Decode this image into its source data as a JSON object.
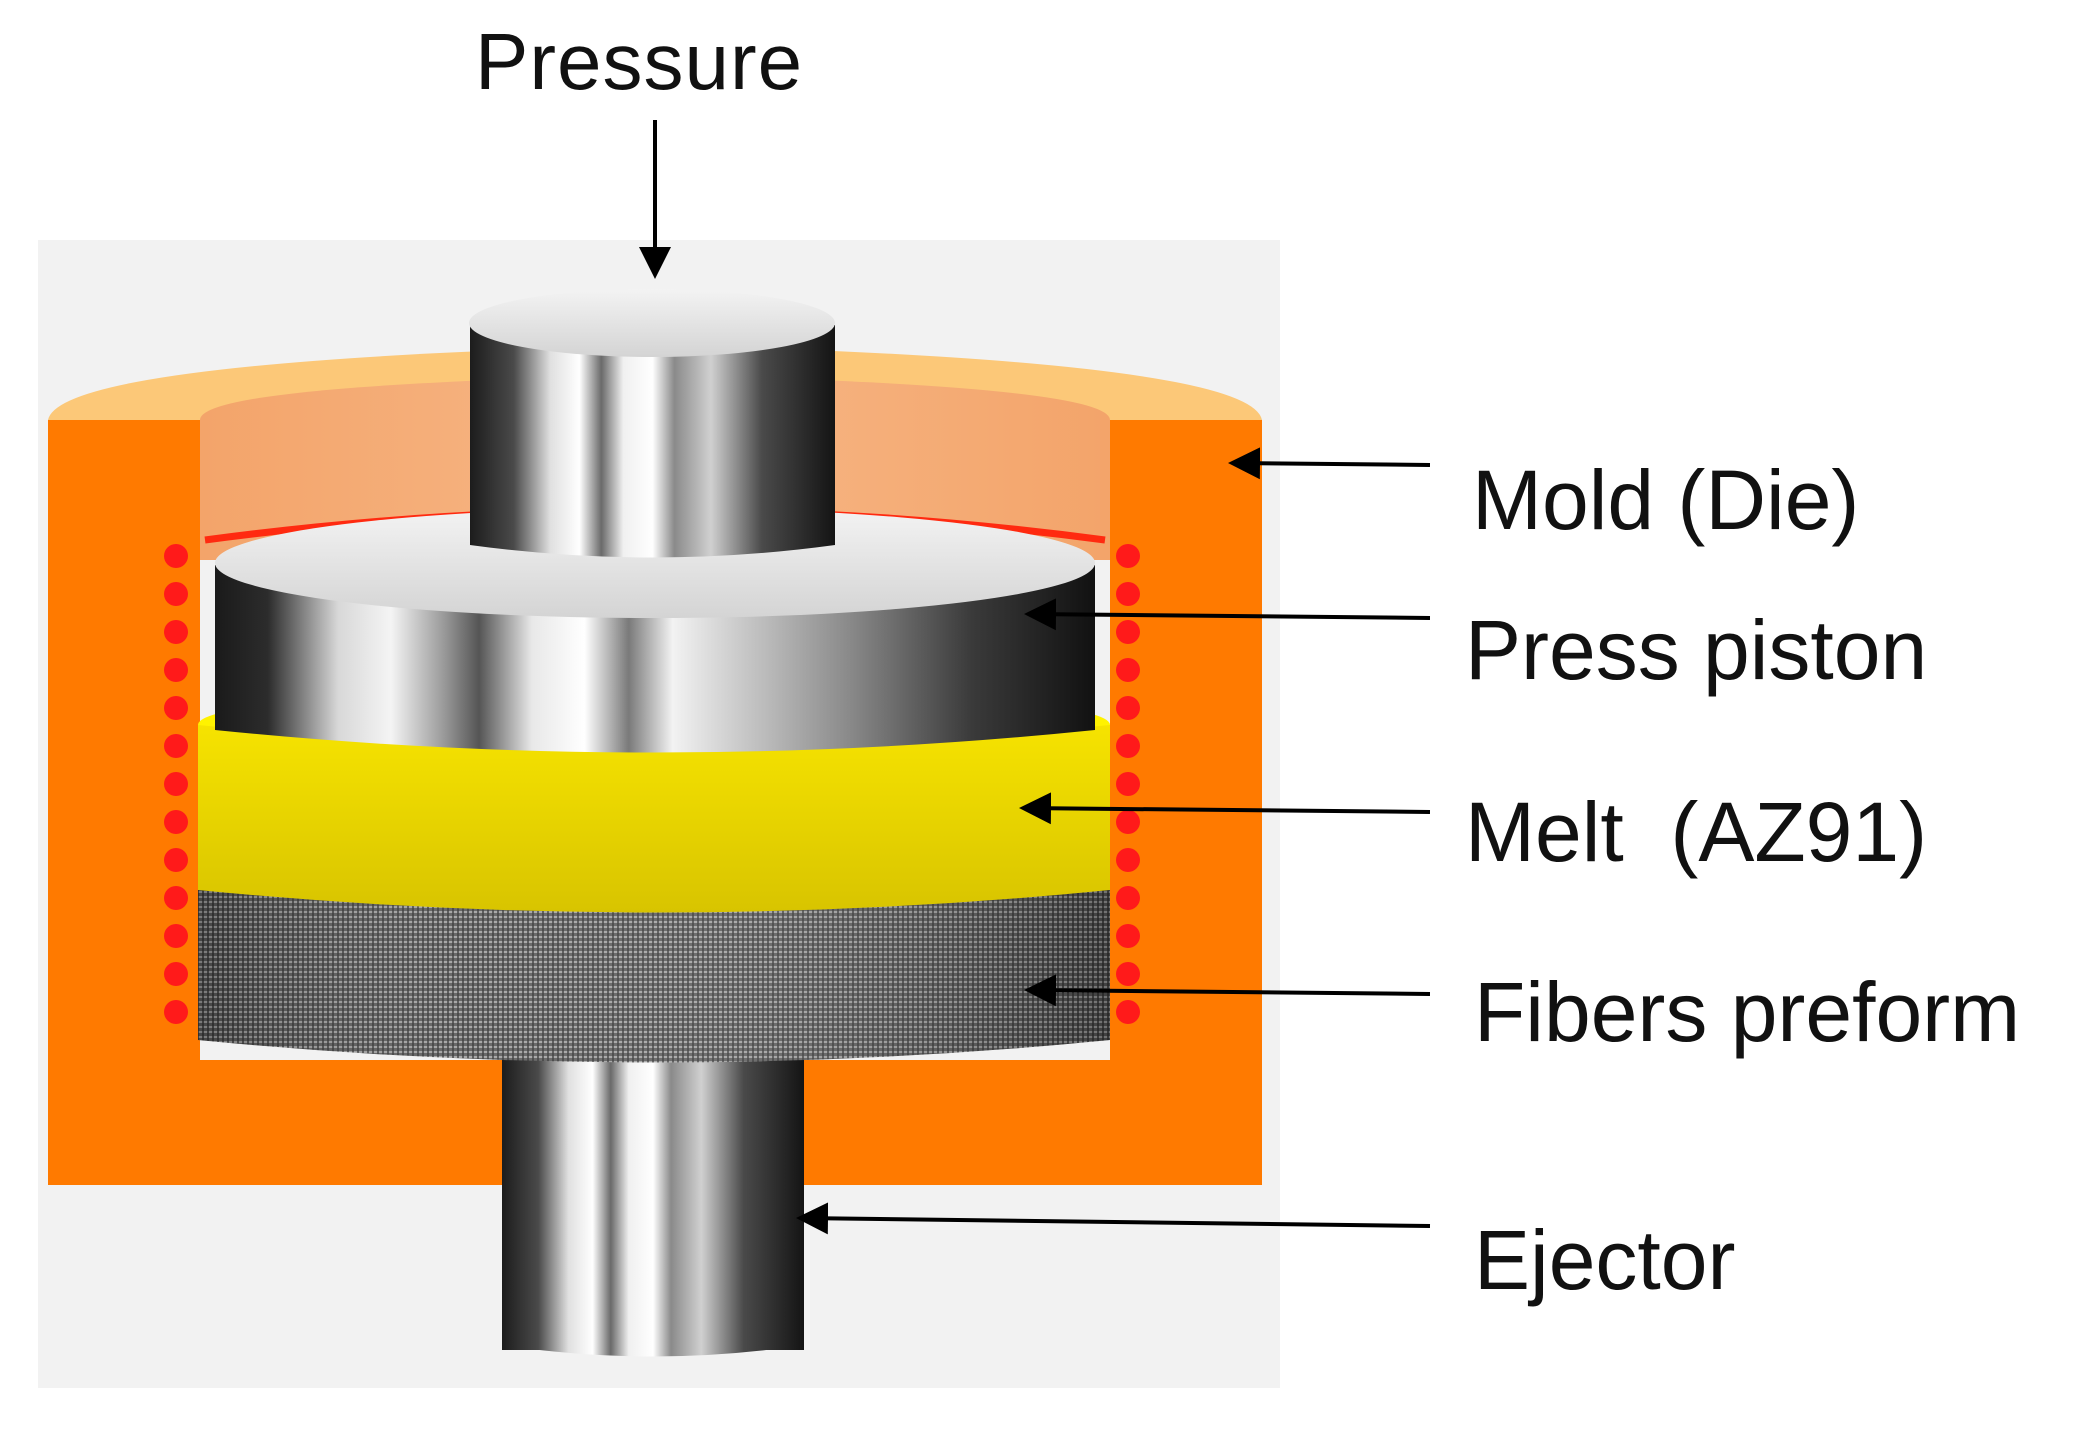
{
  "diagram": {
    "top_label": "Pressure",
    "labels": [
      {
        "id": "mold",
        "text": "Mold (Die)"
      },
      {
        "id": "piston",
        "text": "Press piston"
      },
      {
        "id": "melt",
        "text": "Melt  (AZ91)"
      },
      {
        "id": "fibers",
        "text": "Fibers preform"
      },
      {
        "id": "ejector",
        "text": "Ejector"
      }
    ]
  },
  "colors": {
    "mold": "#FF7A00",
    "mold_top_rim": "#FCC878",
    "mold_inner_wall": "#F8B27A",
    "melt": "#F5E000",
    "melt_top": "#FFF200",
    "heater_dots": "#FF1A1A",
    "steel_dark": "#1A1A1A",
    "steel_light": "#F2F2F2",
    "fiber_texture": "#7A7A7A",
    "background_panel": "#F2F2F2"
  }
}
